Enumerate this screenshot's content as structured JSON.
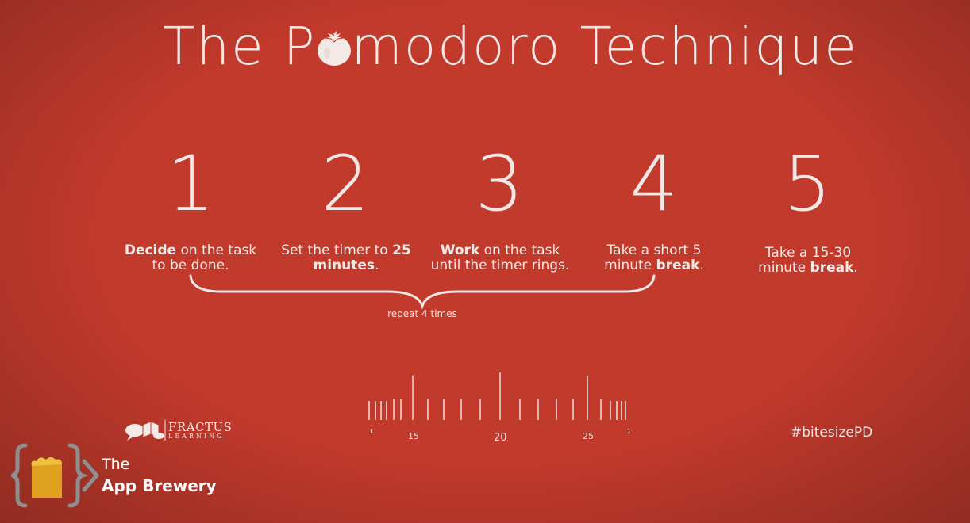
{
  "title": {
    "before": "The P",
    "after": "modoro Technique"
  },
  "steps": [
    {
      "number": "1",
      "line1_bold": "Decide",
      "line1_rest": " on the task",
      "line2": "to be done."
    },
    {
      "number": "2",
      "line1": "Set the timer to ",
      "line1_bold": "25",
      "line2_bold": "minutes",
      "line2_rest": "."
    },
    {
      "number": "3",
      "line1_bold": "Work",
      "line1_rest": " on the task",
      "line2": "until the timer rings."
    },
    {
      "number": "4",
      "line1": "Take a short 5",
      "line2": "minute ",
      "line2_bold": "break",
      "line2_rest": "."
    },
    {
      "number": "5",
      "line1": "Take a 15-30",
      "line2": "minute ",
      "line2_bold": "break",
      "line2_rest": "."
    }
  ],
  "repeat_label": "repeat 4 times",
  "ruler": {
    "labels": [
      "15",
      "20",
      "25"
    ],
    "end_marks": [
      "1",
      "1"
    ]
  },
  "fractus": {
    "name": "FRACTUS",
    "sub": "LEARNING"
  },
  "hashtag": "#bitesizePD",
  "brewery": {
    "the": "The",
    "name": "App Brewery"
  },
  "colors": {
    "background": "#c23a2c",
    "text": "#efe6e4",
    "logo_bracket": "#8a8a8a",
    "logo_cup": "#e0a020"
  }
}
